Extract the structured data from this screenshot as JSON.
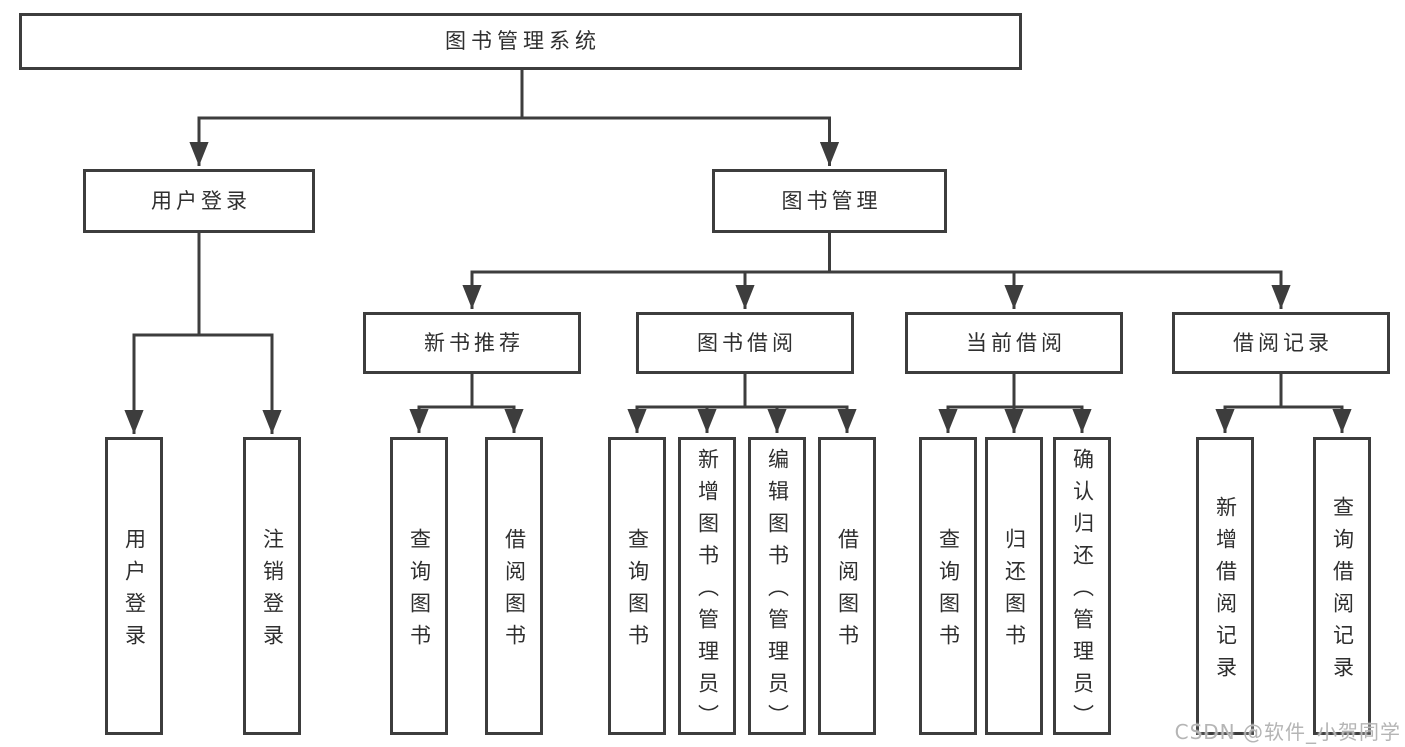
{
  "diagram": {
    "type": "tree",
    "root": {
      "label": "图书管理系统"
    },
    "branches": [
      {
        "label": "用户登录",
        "children": [
          {
            "label": "用户登录"
          },
          {
            "label": "注销登录"
          }
        ]
      },
      {
        "label": "图书管理",
        "children": [
          {
            "label": "新书推荐",
            "children": [
              {
                "label": "查询图书"
              },
              {
                "label": "借阅图书"
              }
            ]
          },
          {
            "label": "图书借阅",
            "children": [
              {
                "label": "查询图书"
              },
              {
                "label": "新增图书（管理员）"
              },
              {
                "label": "编辑图书（管理员）"
              },
              {
                "label": "借阅图书"
              }
            ]
          },
          {
            "label": "当前借阅",
            "children": [
              {
                "label": "查询图书"
              },
              {
                "label": "归还图书"
              },
              {
                "label": "确认归还（管理员）"
              }
            ]
          },
          {
            "label": "借阅记录",
            "children": [
              {
                "label": "新增借阅记录"
              },
              {
                "label": "查询借阅记录"
              }
            ]
          }
        ]
      }
    ]
  },
  "watermark": {
    "text": "CSDN @软件_小贺同学"
  },
  "colors": {
    "line": "#3d3d3d",
    "text": "#2f2f2f",
    "watermark": "#b5b5b5",
    "background": "#ffffff"
  }
}
